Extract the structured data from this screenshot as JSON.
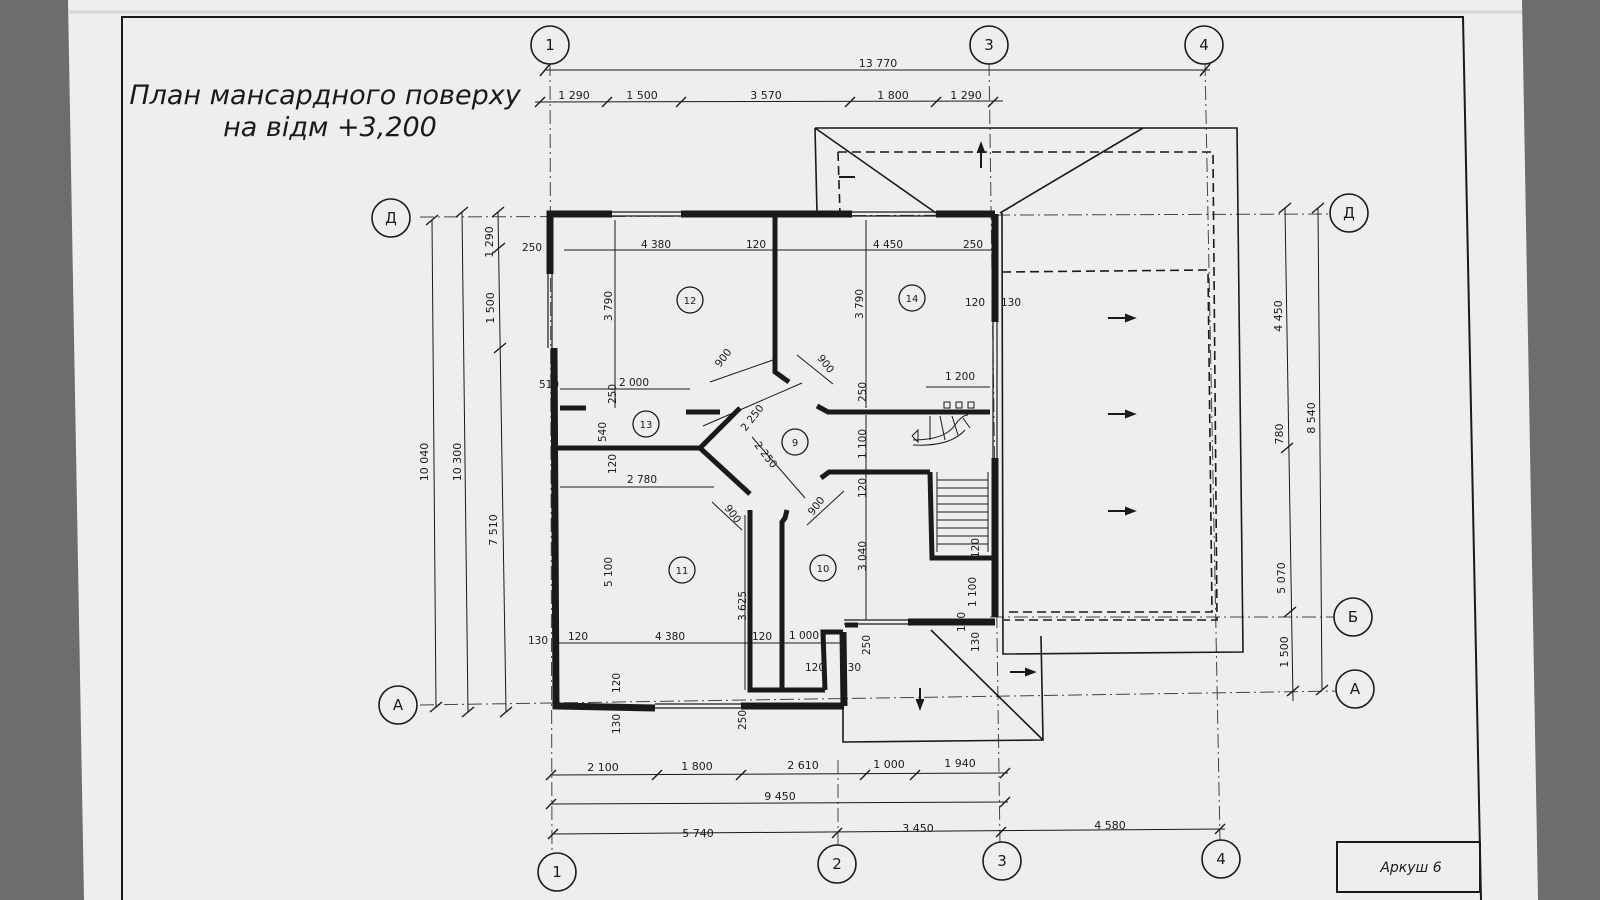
{
  "drawing": {
    "title_line1": "План мансардного поверху",
    "title_line2": "на відм +3,200",
    "sheet_label": "Аркуш 6"
  },
  "axes": {
    "top": [
      "1",
      "3",
      "4"
    ],
    "bottom": [
      "1",
      "2",
      "3",
      "4"
    ],
    "left": [
      "Д",
      "А"
    ],
    "right": [
      "Д",
      "Б",
      "А"
    ]
  },
  "dimensions": {
    "top_overall": "13 770",
    "top_chain": [
      "1 290",
      "1 500",
      "3 570",
      "1 800",
      "1 290"
    ],
    "bottom_chain": [
      "2 100",
      "1 800",
      "2 610",
      "1 000",
      "1 940"
    ],
    "bottom_total": "9 450",
    "bottom_axes": [
      "5 740",
      "3 450",
      "4 580"
    ],
    "left": [
      "10 040",
      "10 300",
      "7 510",
      "1 290",
      "1 500"
    ],
    "right": [
      "4 450",
      "780",
      "5 070",
      "1 500",
      "8 540"
    ],
    "inner": {
      "w_12": "4 380",
      "w_14": "4 450",
      "h_12": "3 790",
      "h_14": "3 790",
      "w_13": "2 000",
      "w_11_top": "2 780",
      "w_11": "4 380",
      "h_11": "5 100",
      "h_10a": "3 625",
      "h_10b": "3 040",
      "w_door": "1 000",
      "w_14b": "1 200",
      "hall_a": "2 250",
      "hall_b": "2 250",
      "door1": "900",
      "door2": "900",
      "door3": "900",
      "door4": "900",
      "v_1100a": "1 100",
      "v_1100b": "1 100",
      "v_540": "540",
      "v_510": "510",
      "t120a": "120",
      "t120b": "120",
      "t120c": "120",
      "t120d": "120",
      "t120e": "120",
      "t120f": "120",
      "t120g": "120",
      "t120h": "120",
      "t120i": "120",
      "t120j": "120",
      "t130a": "130",
      "t130b": "130",
      "t130c": "130",
      "t130d": "130",
      "t130e": "130",
      "t250a": "250",
      "t250b": "250",
      "t250c": "250",
      "t250d": "250",
      "t250e": "250",
      "t250f": "250"
    }
  },
  "rooms": [
    "12",
    "14",
    "13",
    "9",
    "11",
    "10"
  ],
  "colors": {
    "background": "#6e6d6b",
    "paper": "#eeeeec",
    "line": "#1a1a1a"
  }
}
